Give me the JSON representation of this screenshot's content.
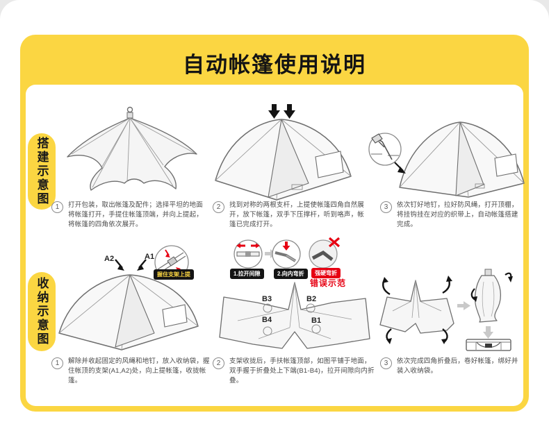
{
  "title": "自动帐篷使用说明",
  "setup": {
    "label": "搭建示意图",
    "steps": [
      {
        "num": "1",
        "text": "打开包装，取出帐篷及配件；选择平坦的地面将帐篷打开，手提住帐篷顶端，并向上提起，将帐篷的四角依次展开。"
      },
      {
        "num": "2",
        "text": "找到对称的两根支杆，上提使帐篷四角自然展开，放下帐篷，双手下压撑杆，听到咯声，帐篷已完成打开。"
      },
      {
        "num": "3",
        "text": "依次钉好地钉，拉好防风绳，打开顶棚，将挂钩挂在对应的织带上，自动帐篷搭建完成。"
      }
    ]
  },
  "pack": {
    "label": "收纳示意图",
    "steps": [
      {
        "num": "1",
        "text": "解除并收起固定的风绳和地钉，放入收纳袋，握住帐顶的支架(A1,A2)处，向上提帐篷，收拢帐篷。"
      },
      {
        "num": "2",
        "text": "支架收拢后，手扶帐篷顶部，如图平铺于地面，双手握于折叠处上下端(B1-B4)，拉开间隙向内折叠。"
      },
      {
        "num": "3",
        "text": "依次完成四角折叠后，卷好帐篷，绑好并装入收纳袋。"
      }
    ],
    "annotations": {
      "a1": "A1",
      "a2": "A2",
      "b1": "B1",
      "b2": "B2",
      "b3": "B3",
      "b4": "B4",
      "hold_bracket": "握住支架上提",
      "pull_gap": "1.拉开间隙",
      "bend_inward": "2.向内弯折",
      "hard_bend": "强硬弯折",
      "wrong_demo": "错误示范"
    }
  },
  "colors": {
    "brand_yellow": "#fbd642",
    "error_red": "#e60012"
  }
}
